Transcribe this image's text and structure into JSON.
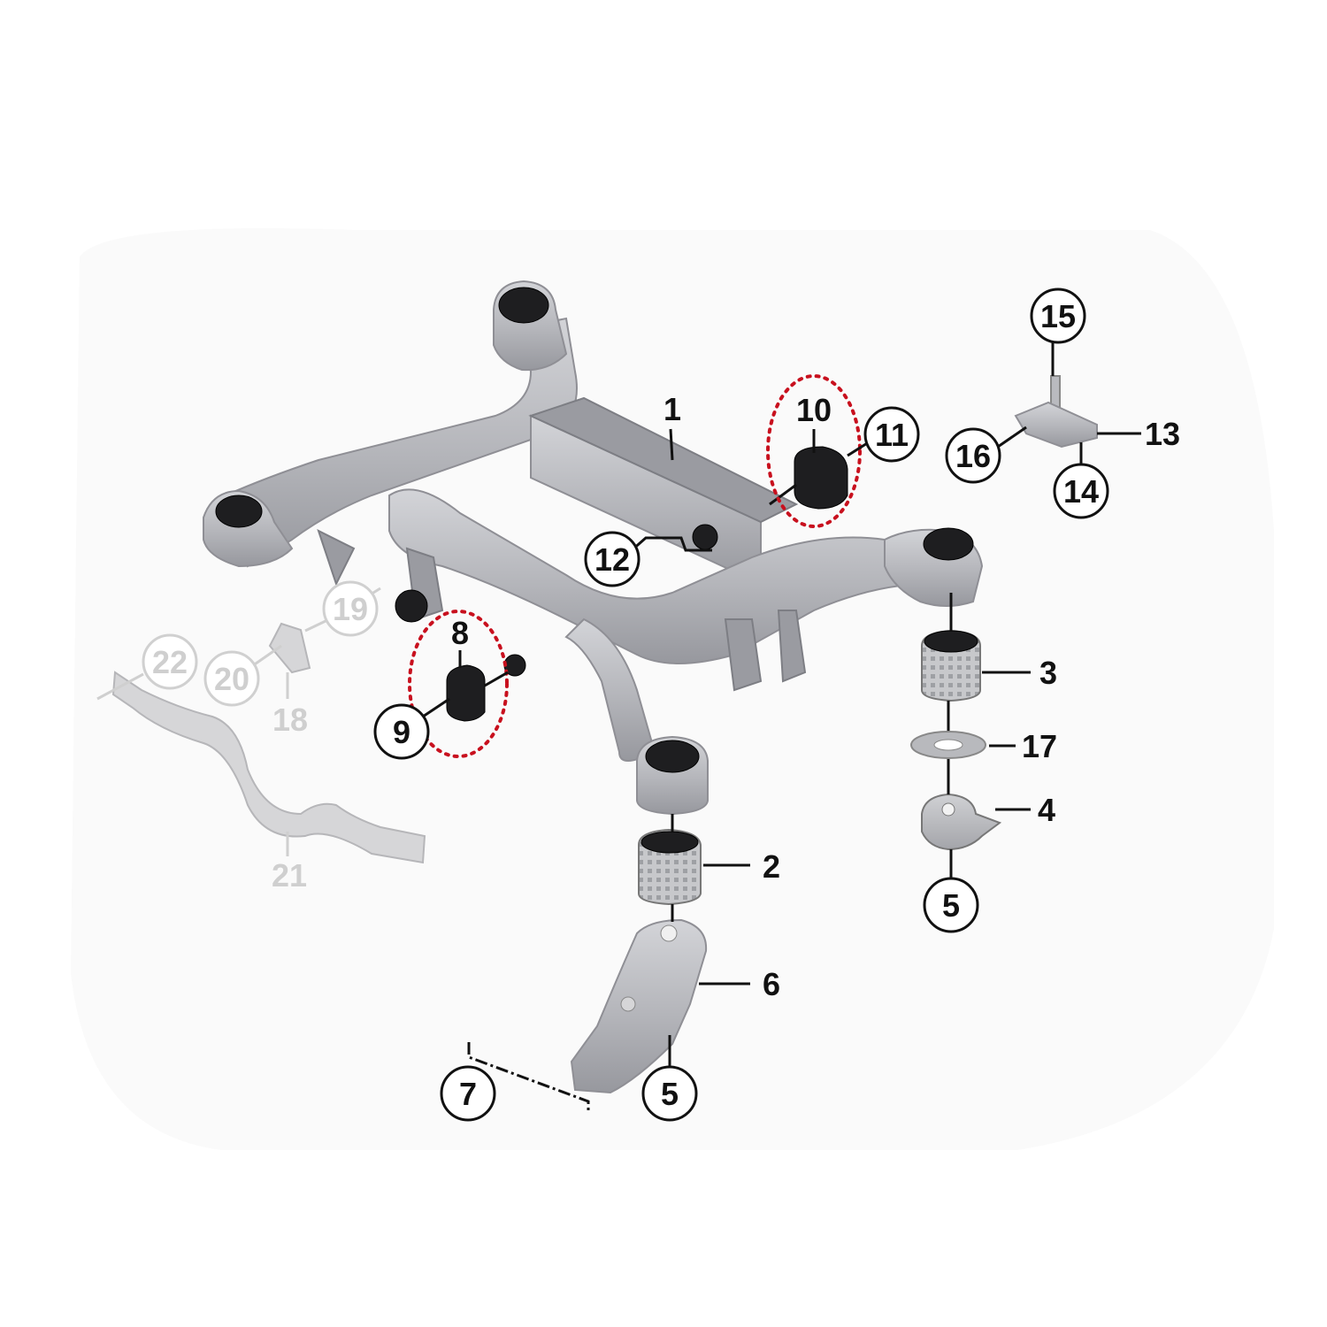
{
  "diagram": {
    "callouts": [
      {
        "id": "c1",
        "label": "1",
        "style": "plain"
      },
      {
        "id": "c2",
        "label": "2",
        "style": "plain"
      },
      {
        "id": "c3",
        "label": "3",
        "style": "plain"
      },
      {
        "id": "c4",
        "label": "4",
        "style": "plain"
      },
      {
        "id": "c5a",
        "label": "5",
        "style": "circle"
      },
      {
        "id": "c5b",
        "label": "5",
        "style": "circle"
      },
      {
        "id": "c6",
        "label": "6",
        "style": "plain"
      },
      {
        "id": "c7",
        "label": "7",
        "style": "circle"
      },
      {
        "id": "c8",
        "label": "8",
        "style": "plain"
      },
      {
        "id": "c9",
        "label": "9",
        "style": "circle"
      },
      {
        "id": "c10",
        "label": "10",
        "style": "plain"
      },
      {
        "id": "c11",
        "label": "11",
        "style": "circle"
      },
      {
        "id": "c12",
        "label": "12",
        "style": "circle"
      },
      {
        "id": "c13",
        "label": "13",
        "style": "plain"
      },
      {
        "id": "c14",
        "label": "14",
        "style": "circle"
      },
      {
        "id": "c15",
        "label": "15",
        "style": "circle"
      },
      {
        "id": "c16",
        "label": "16",
        "style": "circle"
      },
      {
        "id": "c17",
        "label": "17",
        "style": "plain"
      },
      {
        "id": "c18",
        "label": "18",
        "style": "plain-faded"
      },
      {
        "id": "c19",
        "label": "19",
        "style": "circle-faded"
      },
      {
        "id": "c20",
        "label": "20",
        "style": "circle-faded"
      },
      {
        "id": "c21",
        "label": "21",
        "style": "plain-faded"
      },
      {
        "id": "c22",
        "label": "22",
        "style": "circle-faded"
      }
    ],
    "highlight_color": "#c8101e",
    "metal_color": "#b9babf",
    "rubber_color": "#1e1e20"
  }
}
